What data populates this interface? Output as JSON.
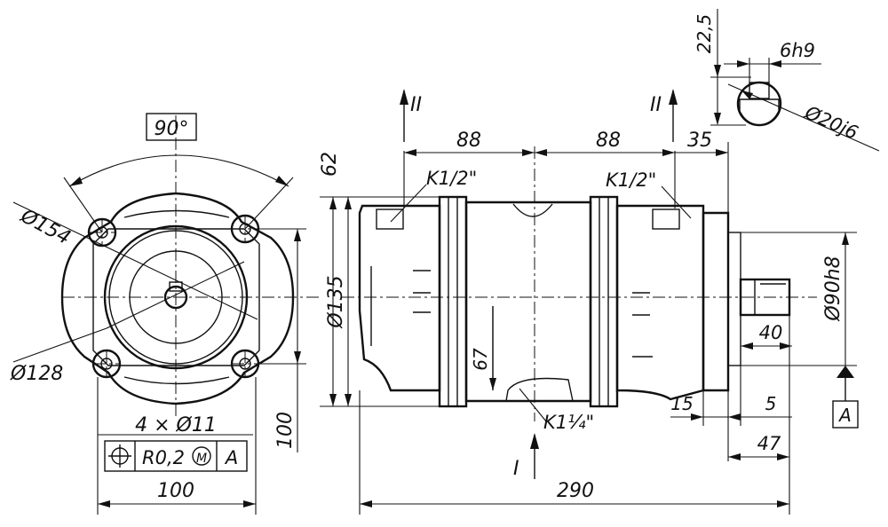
{
  "dimensions": {
    "angle": "90°",
    "dia_154": "Ø154",
    "dia_128": "Ø128",
    "holes": "4 × Ø11",
    "width_100_bottom": "100",
    "height_100_side": "100",
    "tolerance": {
      "symbol": "⌖",
      "value": "R0,2",
      "modifier": "M",
      "datum": "A"
    },
    "len_88_left": "88",
    "len_88_right": "88",
    "len_35": "35",
    "len_62": "62",
    "dia_135": "Ø135",
    "len_67": "67",
    "len_15": "15",
    "len_5": "5",
    "len_47": "47",
    "len_40": "40",
    "len_290": "290",
    "dia_90h8": "Ø90h8",
    "len_22_5": "22,5",
    "key_6h9": "6h9",
    "dia_20j6": "Ø20j6",
    "port_left": "K1/2\"",
    "port_right": "K1/2\"",
    "port_bottom": "K1¼\"",
    "datum_label": "A",
    "section_top_left": "II",
    "section_top_right": "II",
    "section_bottom": "I"
  }
}
